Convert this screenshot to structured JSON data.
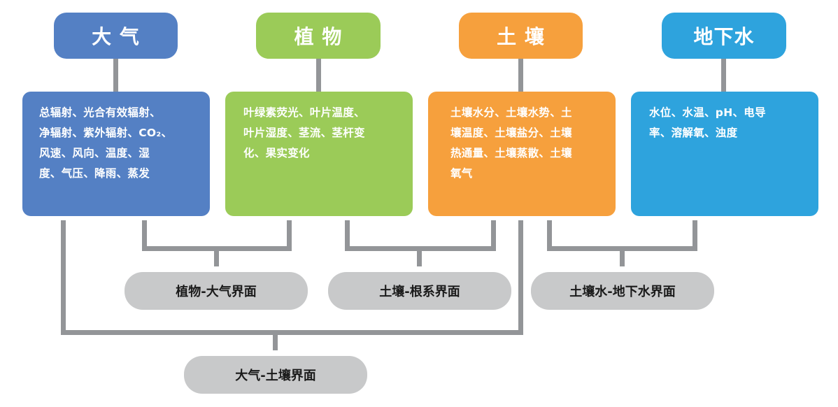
{
  "nodes": [
    {
      "id": "atmosphere",
      "label": "大 气",
      "color": "#5480c4",
      "params": [
        "总辐射、光合有效辐射、",
        "净辐射、紫外辐射、CO₂、",
        "风速、风向、温度、湿",
        "度、气压、降雨、蒸发"
      ]
    },
    {
      "id": "plant",
      "label": "植 物",
      "color": "#9bcb58",
      "params": [
        "叶绿素荧光、叶片温度、",
        "叶片湿度、茎流、茎杆变",
        "化、果实变化"
      ]
    },
    {
      "id": "soil",
      "label": "土 壤",
      "color": "#f6a03d",
      "params": [
        "土壤水分、土壤水势、土",
        "壤温度、土壤盐分、土壤",
        "热通量、土壤蒸散、土壤",
        "氧气"
      ]
    },
    {
      "id": "groundwater",
      "label": "地下水",
      "color": "#2ea3dd",
      "params": [
        "水位、水温、pH、电导",
        "率、溶解氧、浊度"
      ]
    }
  ],
  "interfaces": [
    {
      "id": "plant-atmosphere",
      "label": "植物-大气界面"
    },
    {
      "id": "soil-root",
      "label": "土壤-根系界面"
    },
    {
      "id": "soilwater-groundwater",
      "label": "土壤水-地下水界面"
    },
    {
      "id": "atmosphere-soil",
      "label": "大气-土壤界面"
    }
  ],
  "colors": {
    "connector": "#939598",
    "interface_fill": "#c8c9ca"
  }
}
